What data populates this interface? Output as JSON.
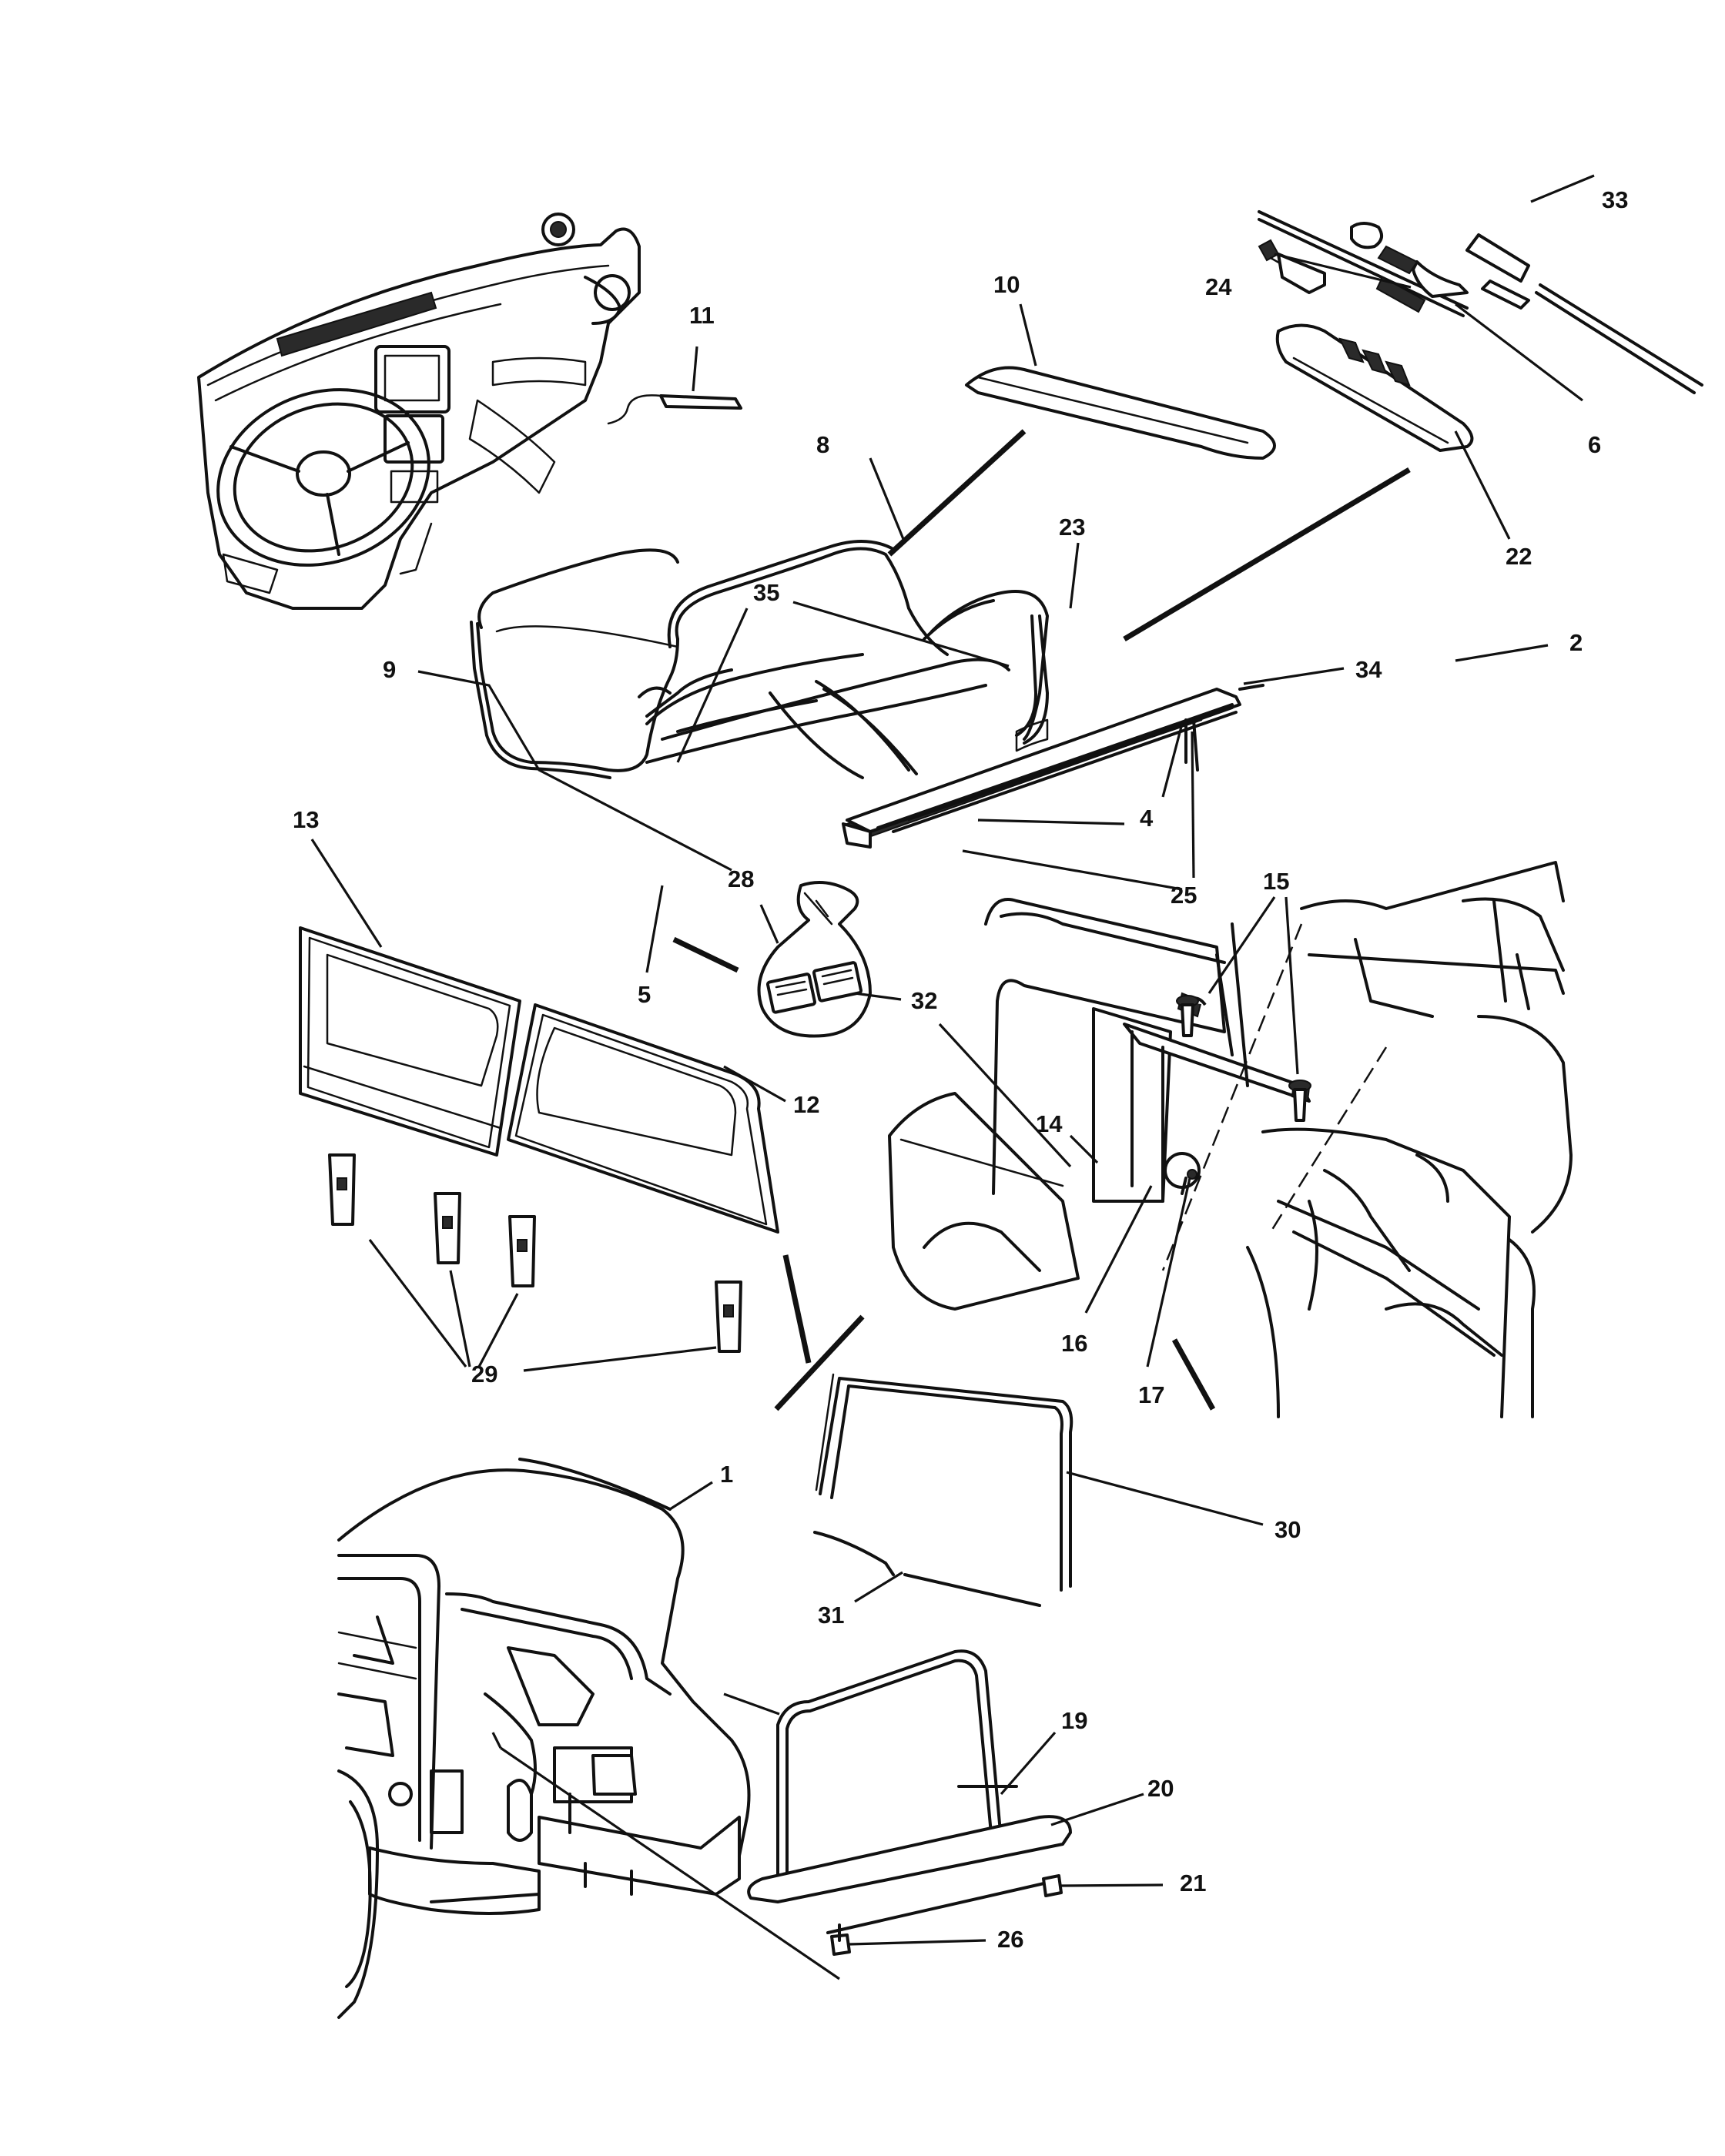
{
  "callouts": {
    "c1": "1",
    "c2": "2",
    "c4": "4",
    "c5": "5",
    "c6": "6",
    "c8": "8",
    "c9": "9",
    "c10": "10",
    "c11": "11",
    "c12": "12",
    "c13": "13",
    "c14": "14",
    "c15": "15",
    "c16": "16",
    "c17": "17",
    "c19": "19",
    "c20": "20",
    "c21": "21",
    "c22": "22",
    "c23": "23",
    "c24": "24",
    "c25": "25",
    "c26": "26",
    "c28": "28",
    "c29": "29",
    "c30": "30",
    "c31": "31",
    "c32": "32",
    "c33": "33",
    "c34": "34",
    "c35": "35"
  },
  "colors": {
    "line": "#111111",
    "background": "#ffffff"
  }
}
